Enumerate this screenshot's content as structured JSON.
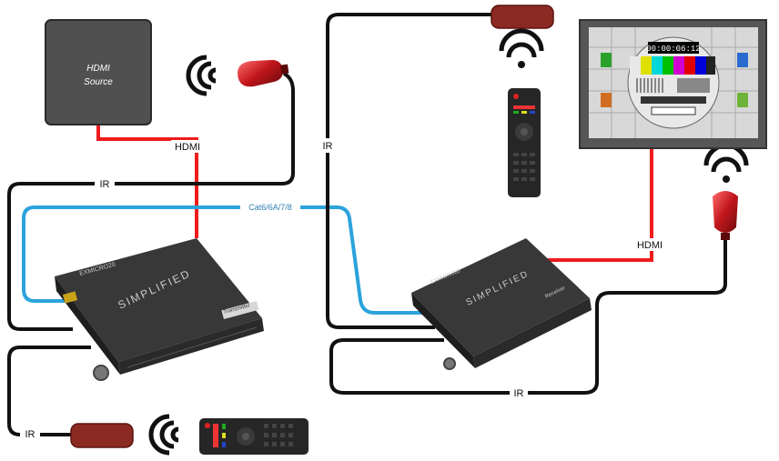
{
  "source": {
    "line1": "HDMI",
    "line2": "Source"
  },
  "labels": {
    "hdmi_left": "HDMI",
    "hdmi_right": "HDMI",
    "ir_left_top": "IR",
    "ir_left_bottom": "IR",
    "ir_right_vertical": "IR",
    "ir_right_bottom": "IR",
    "cable": "Cat6/6A/7/8"
  },
  "transmitter": {
    "model": "EXMICRO20",
    "brand": "SIMPLIFIED",
    "role": "Transmitter"
  },
  "receiver": {
    "model": "EXMICRO20",
    "brand": "SIMPLIFIED",
    "role": "Receiver"
  },
  "tv": {
    "timecode": "00:00:06:12"
  },
  "colors": {
    "hdmi": "#ee1c1c",
    "ir": "#111111",
    "cat": "#2ba3dc",
    "device": "#2f2f2f",
    "ir_blaster": "#8b2a22",
    "ir_receiver": "#c0161b"
  },
  "icons": [
    "wifi-icon",
    "remote-control-icon",
    "ir-receiver-icon",
    "ir-blaster-icon",
    "tv-icon"
  ]
}
